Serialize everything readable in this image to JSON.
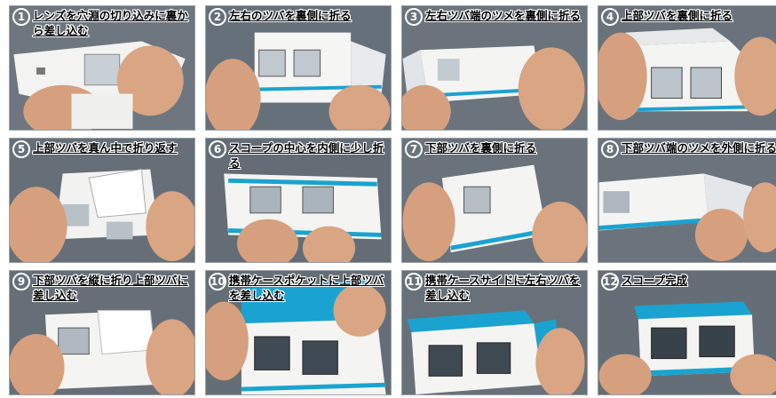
{
  "steps": [
    {
      "number": "1",
      "label": "レンズを穴淵の切り込みに裏から差し込む"
    },
    {
      "number": "2",
      "label": "左右のツバを裏側に折る"
    },
    {
      "number": "3",
      "label": "左右ツバ端のツメを裏側に折る"
    },
    {
      "number": "4",
      "label": "上部ツバを裏側に折る"
    },
    {
      "number": "5",
      "label": "上部ツバを真ん中で折り返す"
    },
    {
      "number": "6",
      "label": "スコープの中心を内側に少し折る"
    },
    {
      "number": "7",
      "label": "下部ツバを裏側に折る"
    },
    {
      "number": "8",
      "label": "下部ツバ端のツメを外側に折る"
    },
    {
      "number": "9",
      "label": "下部ツバを縦に折り上部ツバに差し込む"
    },
    {
      "number": "10",
      "label": "携帯ケースポケットに上部ツバを差し込む"
    },
    {
      "number": "11",
      "label": "携帯ケースサイドに左右ツバを差し込む"
    },
    {
      "number": "12",
      "label": "スコープ完成"
    }
  ],
  "colors": {
    "background": "#66707a",
    "paper": "#f4f4f2",
    "accent": "#1aa3d1",
    "skin": "#d9a583"
  }
}
